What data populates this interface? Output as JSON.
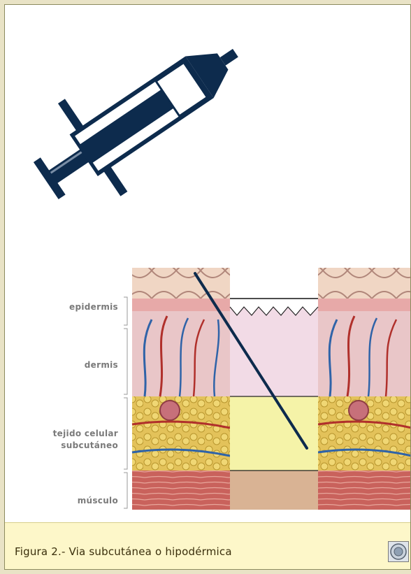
{
  "labels": {
    "epidermis": "epidermis",
    "dermis": "dermis",
    "subcutaneous_line1": "tejido celular",
    "subcutaneous_line2": "subcutáneo",
    "muscle": "músculo"
  },
  "caption": "Figura 2.- Via subcutánea o hipodérmica",
  "colors": {
    "syringe": "#0d2b4d",
    "epidermis_skin": "#e8b7a5",
    "dermis_window": "#f2dbe6",
    "subcutaneous_window": "#f5f3a8",
    "muscle_window": "#d9b394",
    "muscle_tissue": "#c9625c",
    "caption_bar": "#fdf7c9"
  }
}
